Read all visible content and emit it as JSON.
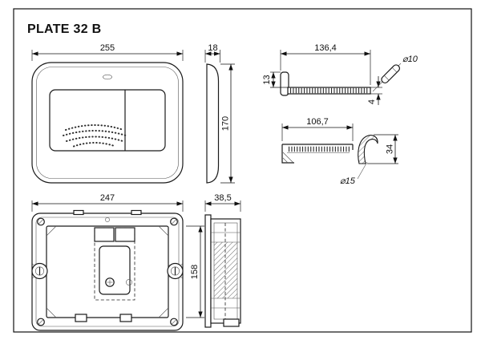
{
  "title": "PLATE 32 B",
  "views": {
    "plate_front": {
      "width": "255",
      "height": "170",
      "depth": "18"
    },
    "rod_section": {
      "length": "136,4",
      "clip_height": "13",
      "thickness": "4",
      "pin_diameter": "⌀10"
    },
    "rail_section": {
      "length": "106,7",
      "hook_height": "34",
      "hook_diameter": "⌀15"
    },
    "frame_back": {
      "width": "247",
      "height": "158",
      "depth": "38,5"
    }
  }
}
